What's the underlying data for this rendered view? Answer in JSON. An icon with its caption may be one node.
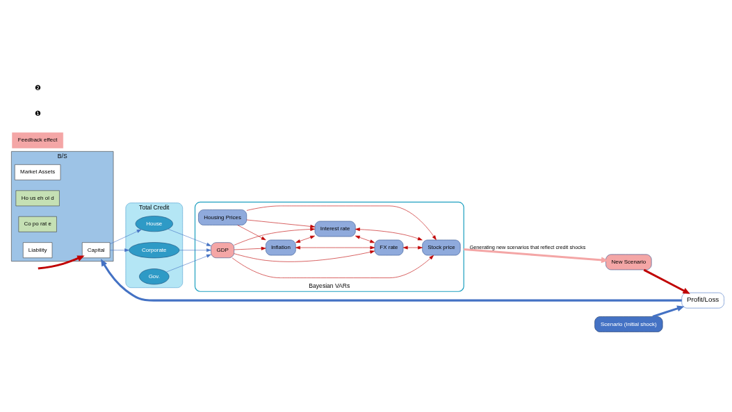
{
  "diagram": {
    "nodes": [
      {
        "text": [
          "B/S"
        ]
      },
      {
        "text": [
          "Market Assets"
        ],
        "in": 0
      },
      {
        "text": [
          "Ho us eh ol d"
        ],
        "in": 0
      },
      {
        "text": [
          "Co po rat e"
        ],
        "in": 0
      },
      {
        "text": [
          "Liability"
        ],
        "in": 0
      },
      {
        "text": [
          "Capital"
        ],
        "in": 0
      },
      {
        "text": [
          "Total Credit"
        ]
      },
      {
        "text": [
          "House"
        ],
        "in": 6
      },
      {
        "text": [
          "Corporate"
        ],
        "in": 6
      },
      {
        "text": [
          "Gov."
        ],
        "in": 6
      },
      {
        "text": [
          "Bayesian VARs"
        ]
      },
      {
        "text": [
          "Housing Prices"
        ],
        "in": 10
      },
      {
        "text": [
          "Inflation"
        ],
        "in": 10
      },
      {
        "text": [
          "Interest rate"
        ],
        "in": 10
      },
      {
        "text": [
          "GDP"
        ],
        "in": 10
      },
      {
        "text": [
          "FX rate"
        ],
        "in": 10
      },
      {
        "text": [
          "Stock price"
        ],
        "in": 10
      },
      {
        "text": [
          "Profit/Loss"
        ]
      },
      {
        "text": [
          "Scenario (Initial shock)"
        ]
      },
      {
        "text": [
          "New Scenario"
        ]
      },
      {
        "text": [
          "Feedback effect"
        ]
      }
    ],
    "edges": [
      {
        "from": 5,
        "to": 7,
        "arrow": "to",
        "color": "#4472c4"
      },
      {
        "from": 5,
        "to": 8,
        "arrow": "to",
        "color": "#4472c4"
      },
      {
        "from": 7,
        "to": 14,
        "arrow": "to",
        "color": "#4472c4"
      },
      {
        "from": 8,
        "to": 14,
        "arrow": "to",
        "color": "#4472c4"
      },
      {
        "from": 9,
        "to": 14,
        "arrow": "to",
        "color": "#4472c4"
      },
      {
        "from": 11,
        "to": 12,
        "arrow": "to"
      },
      {
        "from": 11,
        "to": 13,
        "arrow": "to"
      },
      {
        "from": 11,
        "to": 16,
        "arrow": "to"
      },
      {
        "from": 12,
        "to": 13,
        "arrow": "both"
      },
      {
        "from": 12,
        "to": 15,
        "arrow": "both"
      },
      {
        "from": 14,
        "to": 12,
        "arrow": "to"
      },
      {
        "from": 14,
        "to": 13,
        "arrow": "to"
      },
      {
        "from": 14,
        "to": 15,
        "arrow": "to"
      },
      {
        "from": 16,
        "to": 13,
        "arrow": "both"
      },
      {
        "from": 14,
        "to": 16,
        "arrow": "to"
      },
      {
        "from": 13,
        "to": 15,
        "arrow": "both"
      },
      {
        "from": 15,
        "to": 16,
        "arrow": "both"
      },
      {
        "from": 17,
        "to": 0,
        "arrow": "to",
        "style": "thick",
        "color": "#4472c4"
      },
      {
        "from": null,
        "to": 5,
        "arrow": "to",
        "style": "thick"
      },
      {
        "from": 18,
        "to": 17,
        "arrow": "to",
        "style": "thick",
        "color": "#4472c4"
      },
      {
        "from": 19,
        "to": 17,
        "arrow": "to",
        "style": "thick"
      },
      {
        "from": 10,
        "to": 19,
        "arrow": "to",
        "style": "thick",
        "color": "#f4a6a6",
        "label": "Generating new scenarios that reflect credit shocks"
      }
    ],
    "labels": [
      "❶",
      "❷"
    ]
  }
}
